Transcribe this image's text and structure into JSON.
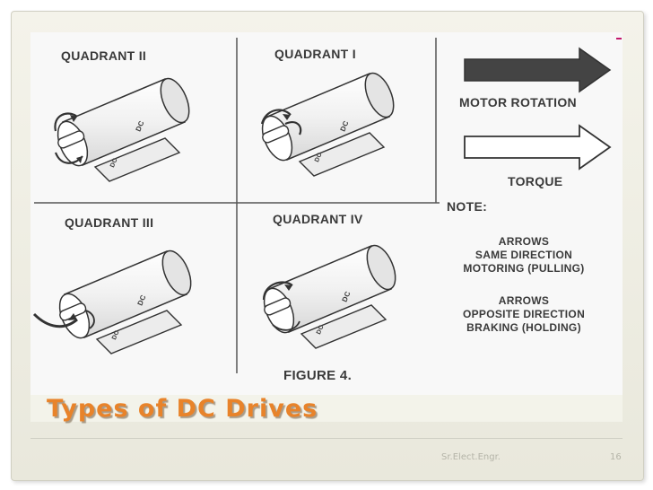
{
  "slide": {
    "title": "Types of DC Drives",
    "footer_left": "Sr.Elect.Engr.",
    "page_number": "16"
  },
  "figure": {
    "quadrants": [
      {
        "label": "QUADRANT II",
        "body_text": "DC",
        "base_text": "DC"
      },
      {
        "label": "QUADRANT I",
        "body_text": "DC",
        "base_text": "DC"
      },
      {
        "label": "QUADRANT III",
        "body_text": "DC",
        "base_text": "DC"
      },
      {
        "label": "QUADRANT IV",
        "body_text": "DC",
        "base_text": "DC"
      }
    ],
    "legend": {
      "motor_rotation": "MOTOR ROTATION",
      "torque": "TORQUE"
    },
    "note": {
      "heading": "NOTE:",
      "same": [
        "ARROWS",
        "SAME DIRECTION",
        "MOTORING (PULLING)"
      ],
      "opposite": [
        "ARROWS",
        "OPPOSITE DIRECTION",
        "BRAKING (HOLDING)"
      ]
    },
    "caption": "FIGURE 4.",
    "colors": {
      "filled_arrow": "#444444",
      "outline_arrow": "#ffffff",
      "line": "#333333"
    }
  }
}
